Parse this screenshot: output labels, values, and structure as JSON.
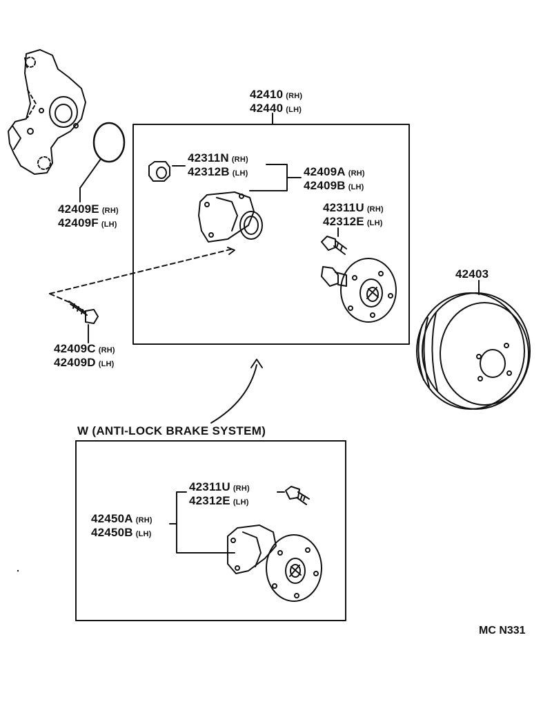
{
  "parts": {
    "hub_assy": {
      "rh": "42410",
      "rh_side": "(RH)",
      "lh": "42440",
      "lh_side": "(LH)"
    },
    "nut": {
      "rh": "42311N",
      "rh_side": "(RH)",
      "lh": "42312B",
      "lh_side": "(LH)"
    },
    "bearing": {
      "rh": "42409A",
      "rh_side": "(RH)",
      "lh": "42409B",
      "lh_side": "(LH)"
    },
    "hub_bolt": {
      "rh": "42311U",
      "rh_side": "(RH)",
      "lh": "42312E",
      "lh_side": "(LH)"
    },
    "o_ring": {
      "rh": "42409E",
      "rh_side": "(RH)",
      "lh": "42409F",
      "lh_side": "(LH)"
    },
    "bolt": {
      "rh": "42409C",
      "rh_side": "(RH)",
      "lh": "42409D",
      "lh_side": "(LH)"
    },
    "drum": {
      "code": "42403"
    },
    "abs_bolt": {
      "rh": "42311U",
      "rh_side": "(RH)",
      "lh": "42312E",
      "lh_side": "(LH)"
    },
    "abs_hub": {
      "rh": "42450A",
      "rh_side": "(RH)",
      "lh": "42450B",
      "lh_side": "(LH)"
    }
  },
  "abs_title": "W (ANTI-LOCK BRAKE SYSTEM)",
  "diagram_code": "MC N331"
}
